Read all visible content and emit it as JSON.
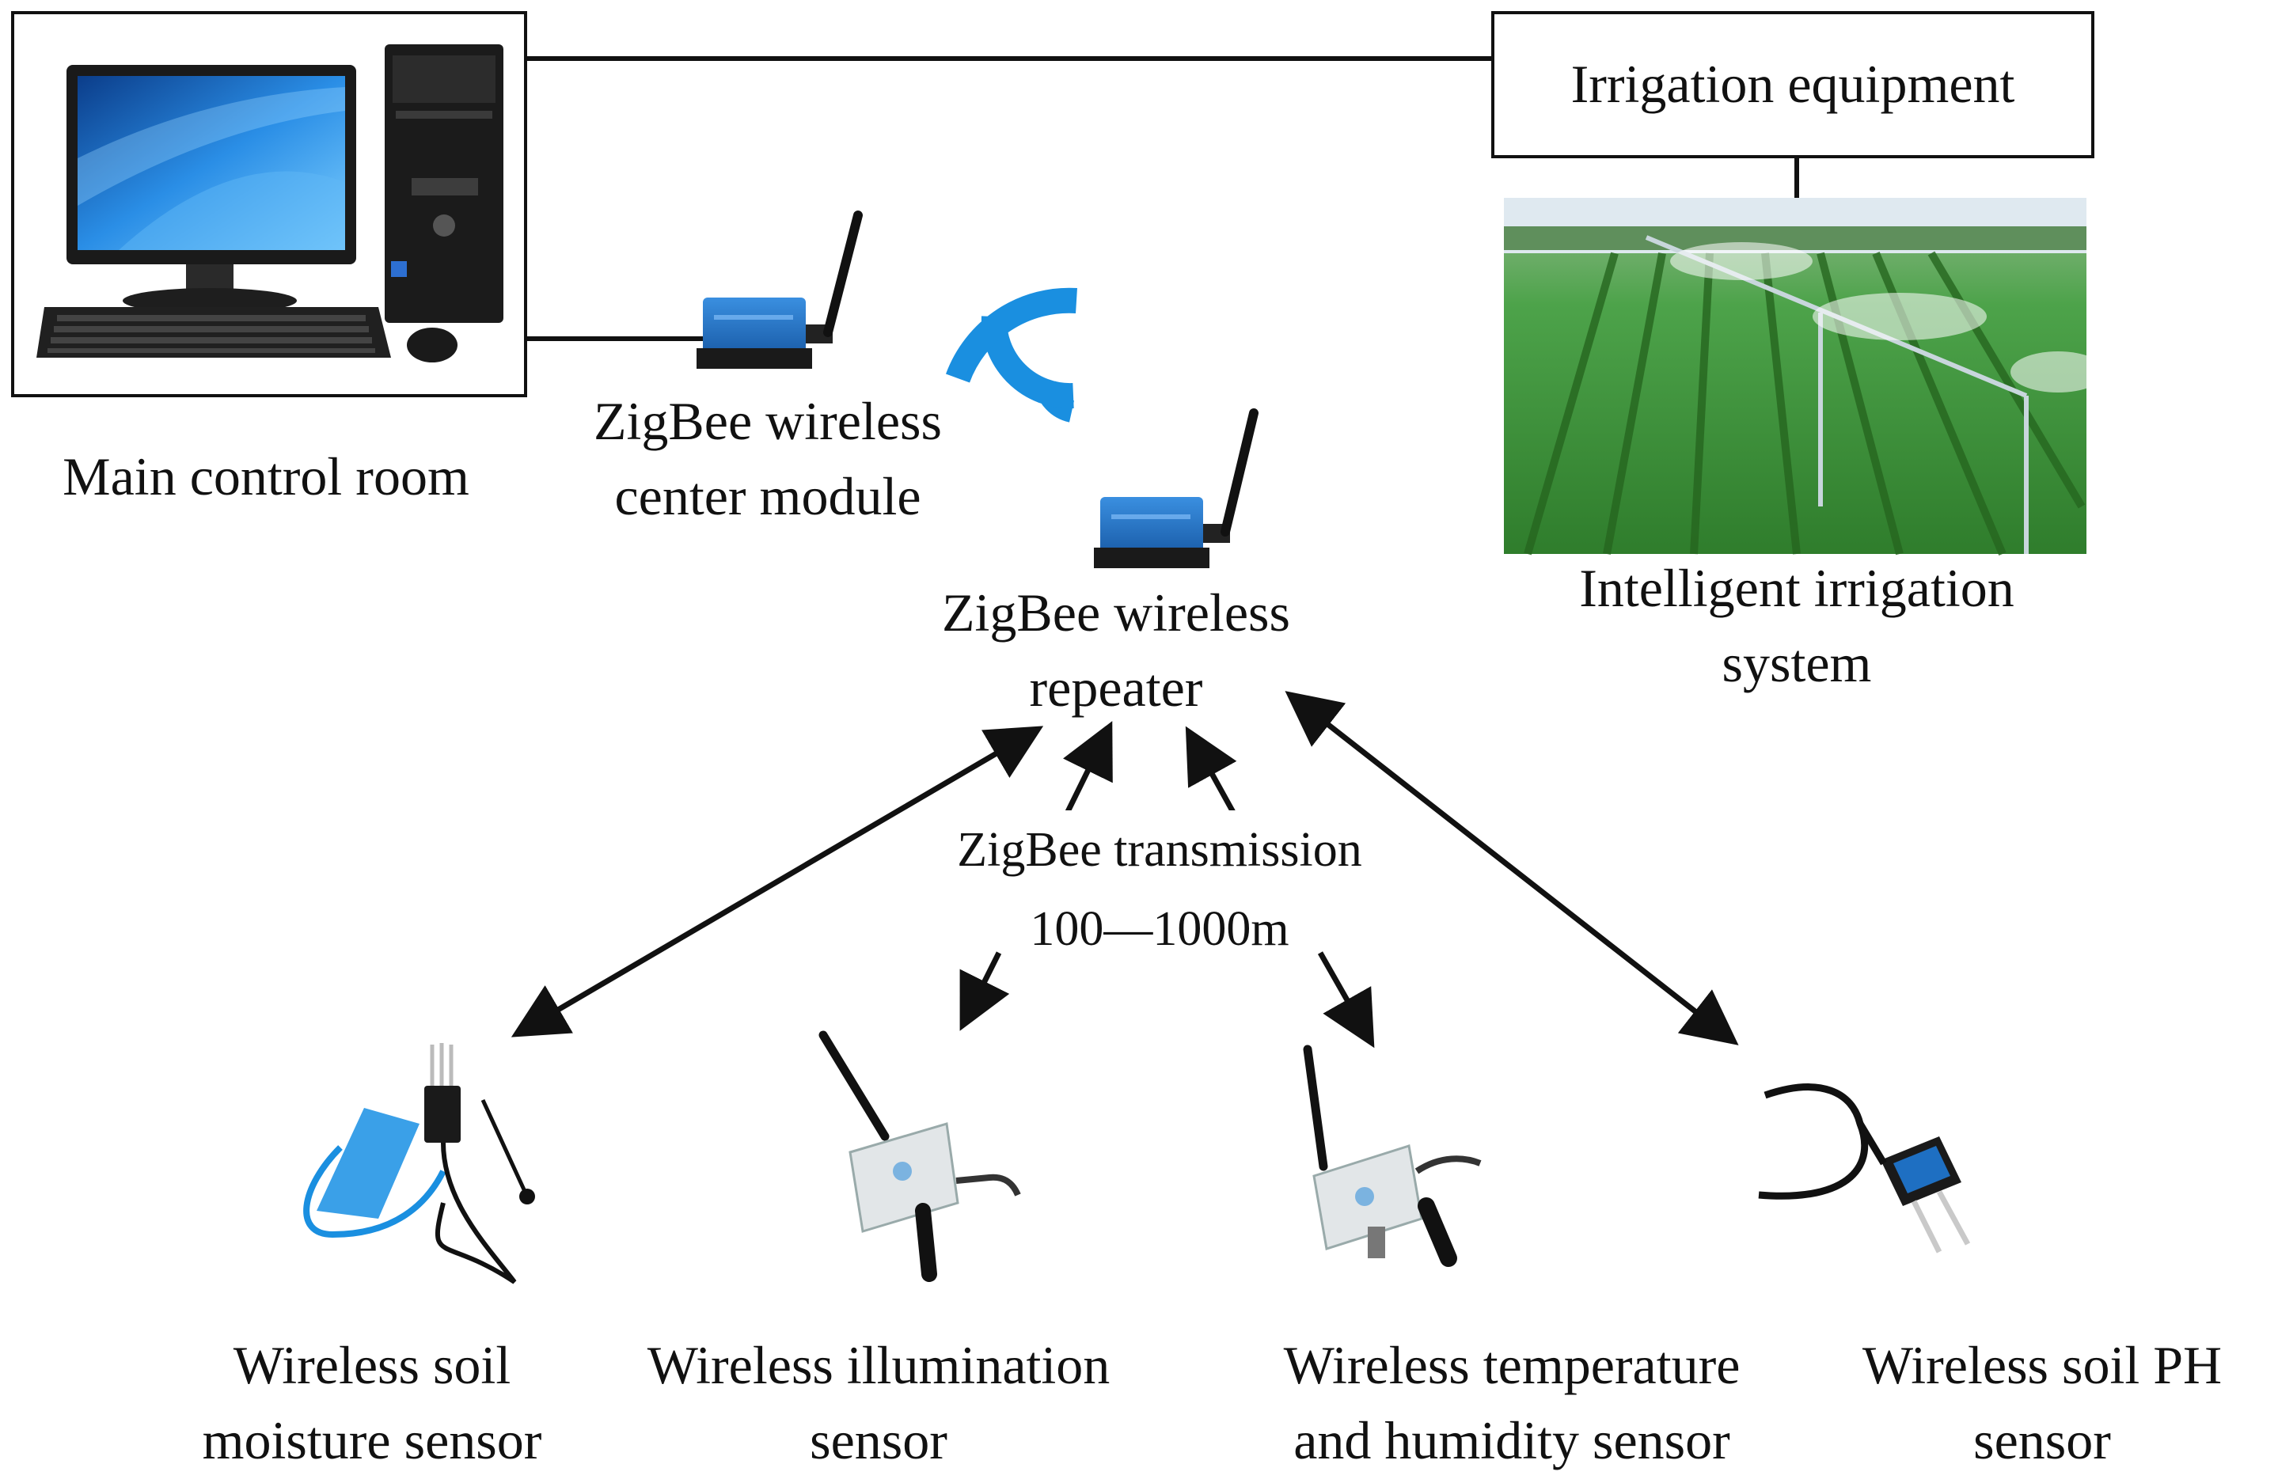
{
  "nodes": {
    "main_control_room": {
      "label": "Main control room"
    },
    "center_module": {
      "line1": "ZigBee wireless",
      "line2": "center module"
    },
    "repeater": {
      "line1": "ZigBee wireless",
      "line2": "repeater"
    },
    "irrigation_equipment": {
      "label": "Irrigation equipment"
    },
    "irrigation_system": {
      "line1": "Intelligent irrigation",
      "line2": "system"
    },
    "transmission": {
      "line1": "ZigBee transmission",
      "line2": "100—1000m"
    },
    "soil_moisture": {
      "line1": "Wireless soil",
      "line2": "moisture sensor"
    },
    "illumination": {
      "line1": "Wireless illumination",
      "line2": "sensor"
    },
    "temp_humidity": {
      "line1": "Wireless temperature",
      "line2": "and humidity sensor"
    },
    "soil_ph": {
      "line1": "Wireless soil PH",
      "line2": "sensor"
    }
  },
  "colors": {
    "wifi": "#1a8fe0",
    "device_body": "#1e6fc2",
    "field_green": "#3f9a3a",
    "sky": "#dfe9f0"
  },
  "icons": [
    "desktop-computer-icon",
    "zigbee-module-icon",
    "wifi-signal-icon",
    "irrigation-photo",
    "sensor-device-icon"
  ]
}
